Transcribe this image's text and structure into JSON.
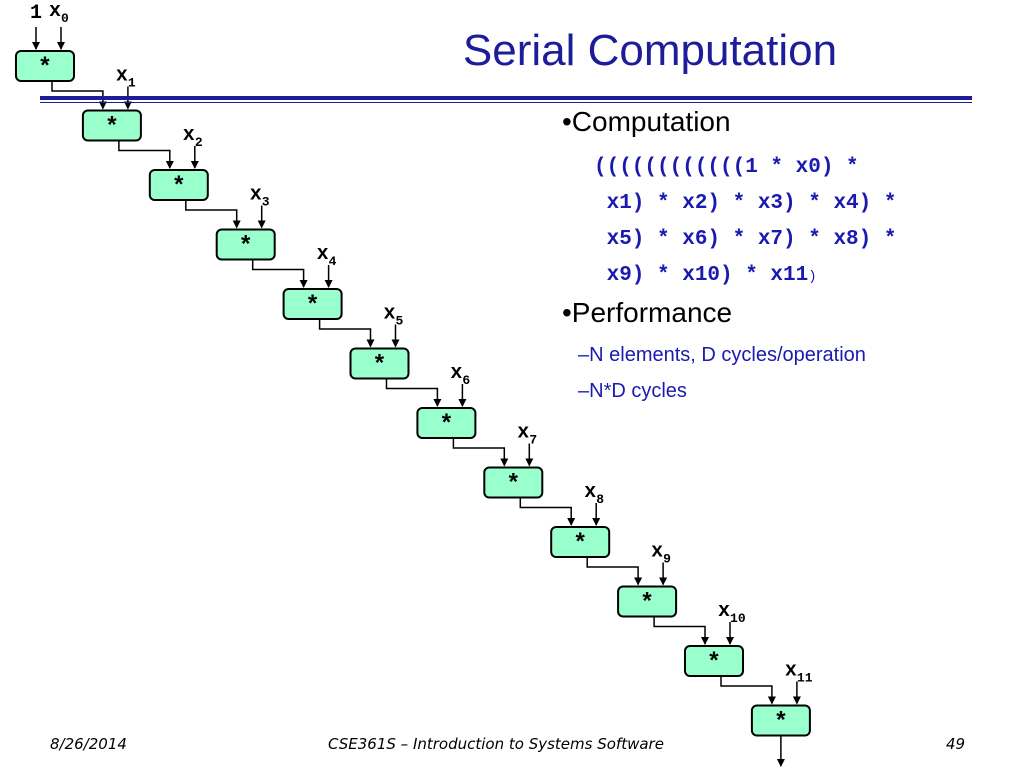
{
  "slide": {
    "title": "Serial Computation",
    "footer_date": "8/26/2014",
    "footer_course": "CSE361S – Introduction to Systems Software",
    "page_number": "49"
  },
  "content": {
    "bullet_computation": "•Computation",
    "code_lines": [
      "((((((((((((1 * x0) *",
      " x1) * x2) * x3) * x4) *",
      " x5) * x6) * x7) * x8) *",
      " x9) * x10) * x11"
    ],
    "code_close": ")",
    "bullet_performance": "•Performance",
    "sub_items": [
      "–N elements, D cycles/operation",
      "–N*D cycles"
    ]
  },
  "diagram": {
    "operator": "*",
    "initial_input": "1",
    "variable_base": "x",
    "variable_subscripts": [
      "0",
      "1",
      "2",
      "3",
      "4",
      "5",
      "6",
      "7",
      "8",
      "9",
      "10",
      "11"
    ],
    "node_color": "#99ffcc"
  }
}
